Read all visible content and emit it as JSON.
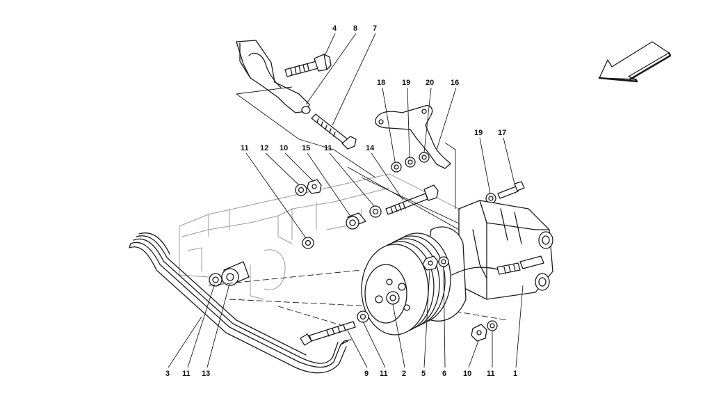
{
  "diagram": {
    "callouts": [
      {
        "id": "c4a",
        "text": "4"
      },
      {
        "id": "c8",
        "text": "8"
      },
      {
        "id": "c7",
        "text": "7"
      },
      {
        "id": "c18",
        "text": "18"
      },
      {
        "id": "c19a",
        "text": "19"
      },
      {
        "id": "c20",
        "text": "20"
      },
      {
        "id": "c16",
        "text": "16"
      },
      {
        "id": "c19b",
        "text": "19"
      },
      {
        "id": "c17",
        "text": "17"
      },
      {
        "id": "c11a",
        "text": "11"
      },
      {
        "id": "c12",
        "text": "12"
      },
      {
        "id": "c10a",
        "text": "10"
      },
      {
        "id": "c15",
        "text": "15"
      },
      {
        "id": "c11b",
        "text": "11"
      },
      {
        "id": "c14",
        "text": "14"
      },
      {
        "id": "c3",
        "text": "3"
      },
      {
        "id": "c11c",
        "text": "11"
      },
      {
        "id": "c13",
        "text": "13"
      },
      {
        "id": "c9",
        "text": "9"
      },
      {
        "id": "c11d",
        "text": "11"
      },
      {
        "id": "c2",
        "text": "2"
      },
      {
        "id": "c5",
        "text": "5"
      },
      {
        "id": "c6",
        "text": "6"
      },
      {
        "id": "c10b",
        "text": "10"
      },
      {
        "id": "c11e",
        "text": "11"
      },
      {
        "id": "c1",
        "text": "1"
      }
    ]
  }
}
